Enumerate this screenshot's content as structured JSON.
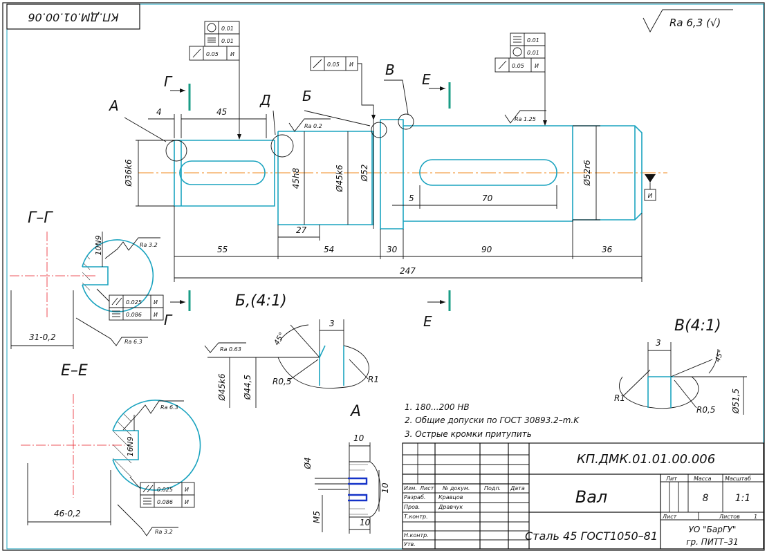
{
  "stamp": {
    "code_rotated": "КП.ДМ.01.00.06"
  },
  "roughness_general": {
    "label": "Ra 6,3 (√)"
  },
  "tolerance_frames": {
    "left_col": {
      "row1": "0.01",
      "row2": "0.01",
      "row3_val": "0.05",
      "row3_base": "И"
    },
    "mid": {
      "val": "0.05",
      "base": "И"
    },
    "right_col": {
      "row1": "0.01",
      "row2": "0.01",
      "row3_val": "0.05",
      "row3_base": "И"
    },
    "gg_frame": {
      "row1_val": "0.025",
      "row1_base": "И",
      "row2_val": "0.086",
      "row2_base": "И"
    },
    "ee_frame": {
      "row1_val": "0.025",
      "row1_base": "И",
      "row2_val": "0.086",
      "row2_base": "И"
    },
    "datum": "И"
  },
  "letters": {
    "A": "А",
    "G": "Г",
    "D": "Д",
    "B": "Б",
    "V": "В",
    "E": "Е",
    "gg": "Г–Г",
    "ee": "Е–Е",
    "b_view": "Б,(4:1)",
    "v_view": "В(4:1)",
    "a_view": "А"
  },
  "roughness_marks": {
    "r02": "Ra 0.2",
    "r125": "Ra 1.25",
    "r32": "Ra 3.2",
    "r63": "Ra 6.3",
    "r063": "Ra 0.63",
    "r63b": "Ra 6.3",
    "r32b": "Ra 3.2"
  },
  "dims": {
    "d4": "4",
    "d45": "45",
    "d36": "Ø36k6",
    "d45h8": "45h8",
    "d45k6": "Ø45k6",
    "d52": "Ø52",
    "d27": "27",
    "d5": "5",
    "d70": "70",
    "d52r6": "Ø52r6",
    "d55": "55",
    "d54": "54",
    "d30": "30",
    "d90": "90",
    "d36b": "36",
    "d247": "247",
    "gg_10n9": "10N9",
    "gg_31": "31-0,2",
    "b_3": "3",
    "b_45deg": "45°",
    "b_r05": "R0,5",
    "b_r1": "R1",
    "b_d45k6": "Ø45k6",
    "b_d445": "Ø44,5",
    "v_3": "3",
    "v_45deg": "45°",
    "v_r1": "R1",
    "v_r05": "R0,5",
    "v_d515": "Ø51,5",
    "ee_16n9": "16N9",
    "ee_46": "46-0,2",
    "a_10": "10",
    "a_d4": "Ø4",
    "a_10b": "10",
    "a_m5": "M5",
    "a_10c": "10"
  },
  "notes": [
    "1. 180...200 HB",
    "2. Общие допуски по ГОСТ 30893.2–m.K",
    "3. Острые кромки притупить"
  ],
  "title_block": {
    "designation": "КП.ДМК.01.01.00.006",
    "name": "Вал",
    "material": "Сталь 45 ГОСТ1050–81",
    "lit_label": "Лит",
    "mass_label": "Масса",
    "scale_label": "Масштаб",
    "mass": "8",
    "scale": "1:1",
    "sheet_label": "Лист",
    "sheets_label": "Листов",
    "sheets": "1",
    "org1": "УО \"БарГУ\"",
    "org2": "гр. ПИТТ–31",
    "col_izm": "Изм.",
    "col_list": "Лист",
    "col_ndoc": "№ докум.",
    "col_podp": "Подп.",
    "col_data": "Дата",
    "r_razrab": "Разраб.",
    "n_razrab": "Кравцов",
    "r_prov": "Пров.",
    "n_prov": "Дравчук",
    "r_tkontr": "Т.контр.",
    "r_nkontr": "Н.контр.",
    "r_utv": "Утв."
  }
}
